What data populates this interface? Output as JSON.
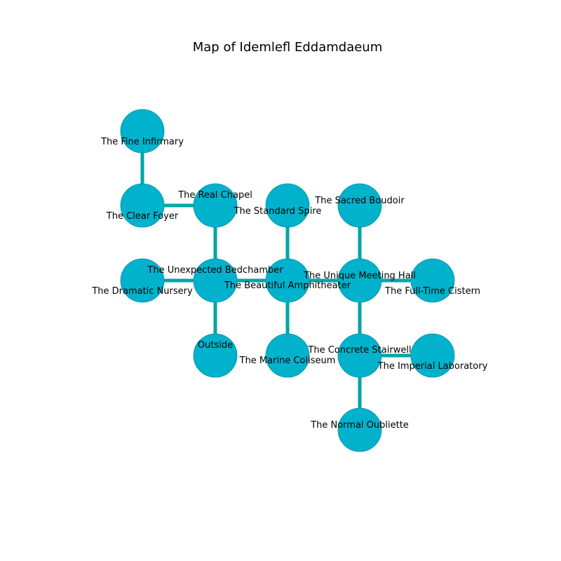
{
  "title": "Map of Idemlefl Eddamdaeum",
  "colors": {
    "node_fill": "#00b2cc",
    "node_stroke": "#0a8fa3",
    "edge": "#00a6a6",
    "text": "#000000"
  },
  "rooms": [
    {
      "id": "fine_infirmary",
      "label": "The Fine Infirmary"
    },
    {
      "id": "clear_foyer",
      "label": "The Clear Foyer"
    },
    {
      "id": "real_chapel",
      "label": "The Real Chapel"
    },
    {
      "id": "standard_spire",
      "label": "The Standard Spire"
    },
    {
      "id": "sacred_boudoir",
      "label": "The Sacred Boudoir"
    },
    {
      "id": "dramatic_nursery",
      "label": "The Dramatic Nursery"
    },
    {
      "id": "unexpected_bedchamber",
      "label": "The Unexpected Bedchamber"
    },
    {
      "id": "beautiful_amphitheater",
      "label": "The Beautiful Amphitheater"
    },
    {
      "id": "unique_meeting_hall",
      "label": "The Unique Meeting Hall"
    },
    {
      "id": "full_time_cistern",
      "label": "The Full-Time Cistern"
    },
    {
      "id": "outside",
      "label": "Outside"
    },
    {
      "id": "marine_coliseum",
      "label": "The Marine Coliseum"
    },
    {
      "id": "concrete_stairwell",
      "label": "The Concrete Stairwell"
    },
    {
      "id": "imperial_laboratory",
      "label": "The Imperial Laboratory"
    },
    {
      "id": "normal_oubliette",
      "label": "The Normal Oubliette"
    }
  ],
  "connections": [
    [
      "fine_infirmary",
      "clear_foyer"
    ],
    [
      "clear_foyer",
      "real_chapel"
    ],
    [
      "real_chapel",
      "unexpected_bedchamber"
    ],
    [
      "dramatic_nursery",
      "unexpected_bedchamber"
    ],
    [
      "unexpected_bedchamber",
      "beautiful_amphitheater"
    ],
    [
      "unexpected_bedchamber",
      "outside"
    ],
    [
      "standard_spire",
      "beautiful_amphitheater"
    ],
    [
      "beautiful_amphitheater",
      "unique_meeting_hall"
    ],
    [
      "beautiful_amphitheater",
      "marine_coliseum"
    ],
    [
      "sacred_boudoir",
      "unique_meeting_hall"
    ],
    [
      "unique_meeting_hall",
      "full_time_cistern"
    ],
    [
      "unique_meeting_hall",
      "concrete_stairwell"
    ],
    [
      "concrete_stairwell",
      "imperial_laboratory"
    ],
    [
      "concrete_stairwell",
      "normal_oubliette"
    ]
  ]
}
